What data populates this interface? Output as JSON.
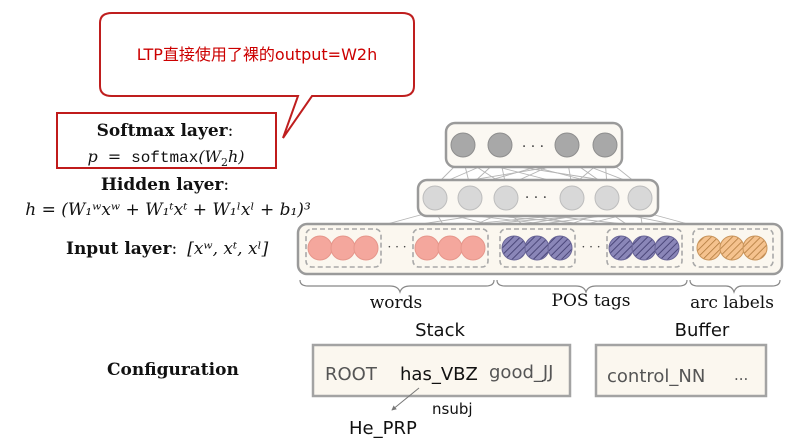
{
  "callout": {
    "text": "LTP直接使用了裸的output=W2h",
    "color": "#cc0000"
  },
  "softmax_layer": {
    "title": "Softmax layer",
    "title_colon": ":",
    "formula_lhs": "p",
    "formula_eq": "=",
    "formula_fn": "softmax",
    "formula_arg": "(W",
    "formula_sub": "2",
    "formula_end": "h)"
  },
  "hidden_layer": {
    "title": "Hidden layer",
    "title_colon": ":",
    "formula": "h = (W₁ʷxʷ + W₁ᵗxᵗ + W₁ˡxˡ + b₁)³"
  },
  "input_layer": {
    "title": "Input layer",
    "title_colon": ":",
    "formula": "[xʷ, xᵗ, xˡ]"
  },
  "ellipsis": "· · ·",
  "groups": {
    "words": "words",
    "pos_tags": "POS tags",
    "arc_labels": "arc labels"
  },
  "configuration": {
    "label": "Configuration",
    "stack_title": "Stack",
    "buffer_title": "Buffer",
    "stack_items": [
      "ROOT",
      "has_VBZ",
      "good_JJ"
    ],
    "buffer_items": [
      "control_NN",
      "..."
    ],
    "arc_label": "nsubj",
    "dependent": "He_PRP"
  },
  "colors": {
    "word_units": "#f4a79d",
    "pos_units": "#8a86b8",
    "arc_units": "#f0b27a",
    "softmax_units": "#a8a8a8",
    "hidden_units": "#d8d8d8",
    "box_border": "#999999",
    "box_fill": "#fbf7ef"
  }
}
